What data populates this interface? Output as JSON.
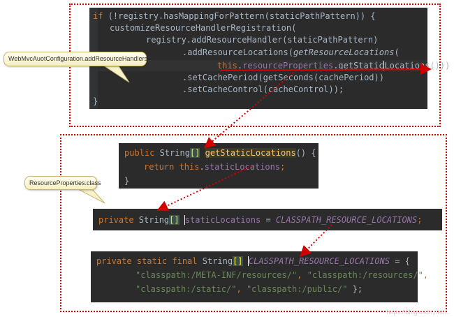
{
  "callouts": {
    "top": "WebMvcAuotConfiguration.addResourceHandlers()",
    "bottom": "ResourceProperties.class"
  },
  "block1": {
    "l1": {
      "a": "if",
      "b": " (!registry.hasMappingForPattern(staticPathPattern)) {"
    },
    "l2": "customizeResourceHandlerRegistration(",
    "l3": "registry.addResourceHandler(staticPathPattern)",
    "l4": {
      "a": ".addResourceLocations(",
      "b": "getResourceLocations",
      "c": "("
    },
    "l5": {
      "a": "this",
      "b": ".",
      "c": "resourceProperties",
      "d": ".getStatic",
      "e": "Locations()))"
    },
    "l6": ".setCachePeriod(getSeconds(cachePeriod))",
    "l7": ".setCacheControl(cacheControl));",
    "l8": "}"
  },
  "block2": {
    "l1": {
      "a": "public ",
      "b": "String",
      "c": "[]",
      "d": " ",
      "e": "getStaticLocations",
      "f": "() {"
    },
    "l2": {
      "a": "return ",
      "b": "this",
      "c": ".",
      "d": "staticLocations",
      "e": ";"
    },
    "l3": "}"
  },
  "block3": {
    "l1": {
      "a": "private ",
      "b": "String",
      "c": "[]",
      "d": " ",
      "e": "staticLocations",
      "f": " = ",
      "g": "CLASSPATH_RESOURCE_LOCATIONS",
      "h": ";"
    }
  },
  "block4": {
    "l1": {
      "a": "private static final ",
      "b": "String",
      "c": "[]",
      "d": " ",
      "e": "CLASSPATH_RESOURCE_LOCATIONS",
      "f": " = {"
    },
    "l2": {
      "a": "\"classpath:/META-INF/resources/\"",
      "b": ", ",
      "c": "\"classpath:/resources/\"",
      "d": ","
    },
    "l3": {
      "a": "\"classpath:/static/\"",
      "b": ", ",
      "c": "\"classpath:/public/\"",
      "d": " };"
    }
  },
  "watermark": "https://blog.csdn.net/...",
  "colors": {
    "annotation_red": "#d40000",
    "code_bg": "#2b2b2b",
    "keyword": "#cc7832",
    "string": "#6a8759",
    "field": "#9876aa",
    "method": "#ffc66d"
  }
}
